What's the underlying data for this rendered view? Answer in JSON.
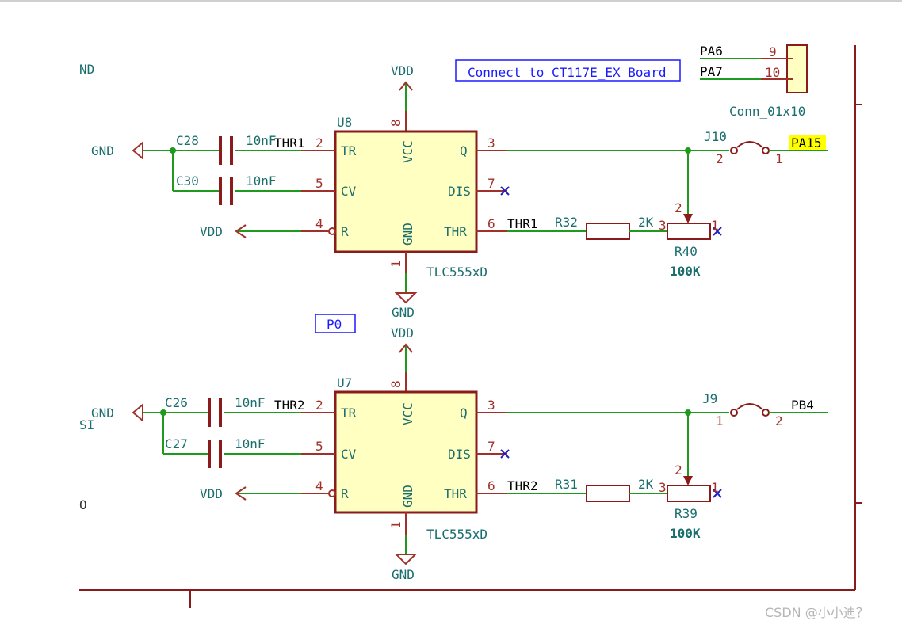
{
  "labels": {
    "connect_board": "Connect to CT117E_EX Board",
    "p0": "P0",
    "conn_ref": "Conn_01x10",
    "pa6": "PA6",
    "pa7": "PA7",
    "pin9": "9",
    "pin10": "10",
    "pa15": "PA15",
    "pb4": "PB4",
    "partial_nd": "ND",
    "partial_si": "SI",
    "partial_o": "O",
    "watermark": "CSDN @小小迪？"
  },
  "power": {
    "vdd": "VDD",
    "gnd": "GND"
  },
  "chips": [
    {
      "ref": "U8",
      "value": "TLC555xD",
      "vcc": "VCC",
      "gnd": "GND",
      "tr": "TR",
      "cv": "CV",
      "r": "R",
      "q": "Q",
      "dis": "DIS",
      "thr": "THR",
      "pin_vcc": "8",
      "pin_gnd": "1",
      "pin_tr": "2",
      "pin_cv": "5",
      "pin_r": "4",
      "pin_q": "3",
      "pin_dis": "7",
      "pin_thr": "6",
      "net_thr": "THR1",
      "cap1_ref": "C28",
      "cap1_val": "10nF",
      "cap2_ref": "C30",
      "cap2_val": "10nF",
      "res_ref": "R32",
      "res_val": "2K",
      "pot_ref": "R40",
      "pot_val": "100K",
      "pot_p1": "1",
      "pot_p2": "2",
      "pot_p3": "3",
      "jumper_ref": "J10",
      "jumper_p1": "1",
      "jumper_p2": "2"
    },
    {
      "ref": "U7",
      "value": "TLC555xD",
      "vcc": "VCC",
      "gnd": "GND",
      "tr": "TR",
      "cv": "CV",
      "r": "R",
      "q": "Q",
      "dis": "DIS",
      "thr": "THR",
      "pin_vcc": "8",
      "pin_gnd": "1",
      "pin_tr": "2",
      "pin_cv": "5",
      "pin_r": "4",
      "pin_q": "3",
      "pin_dis": "7",
      "pin_thr": "6",
      "net_thr": "THR2",
      "cap1_ref": "C26",
      "cap1_val": "10nF",
      "cap2_ref": "C27",
      "cap2_val": "10nF",
      "res_ref": "R31",
      "res_val": "2K",
      "pot_ref": "R39",
      "pot_val": "100K",
      "pot_p1": "1",
      "pot_p2": "2",
      "pot_p3": "3",
      "jumper_ref": "J9",
      "jumper_p1": "1",
      "jumper_p2": "2"
    }
  ],
  "colors": {
    "wire": "#1e9a1e",
    "pin": "#a0302a",
    "chip_fill": "#ffffc2",
    "chip_border": "#8b1a1a",
    "ref_text": "#1a6e6e",
    "label_box": "#1a1aff",
    "no_connect": "#2020c0",
    "highlight": "#ffff00"
  }
}
